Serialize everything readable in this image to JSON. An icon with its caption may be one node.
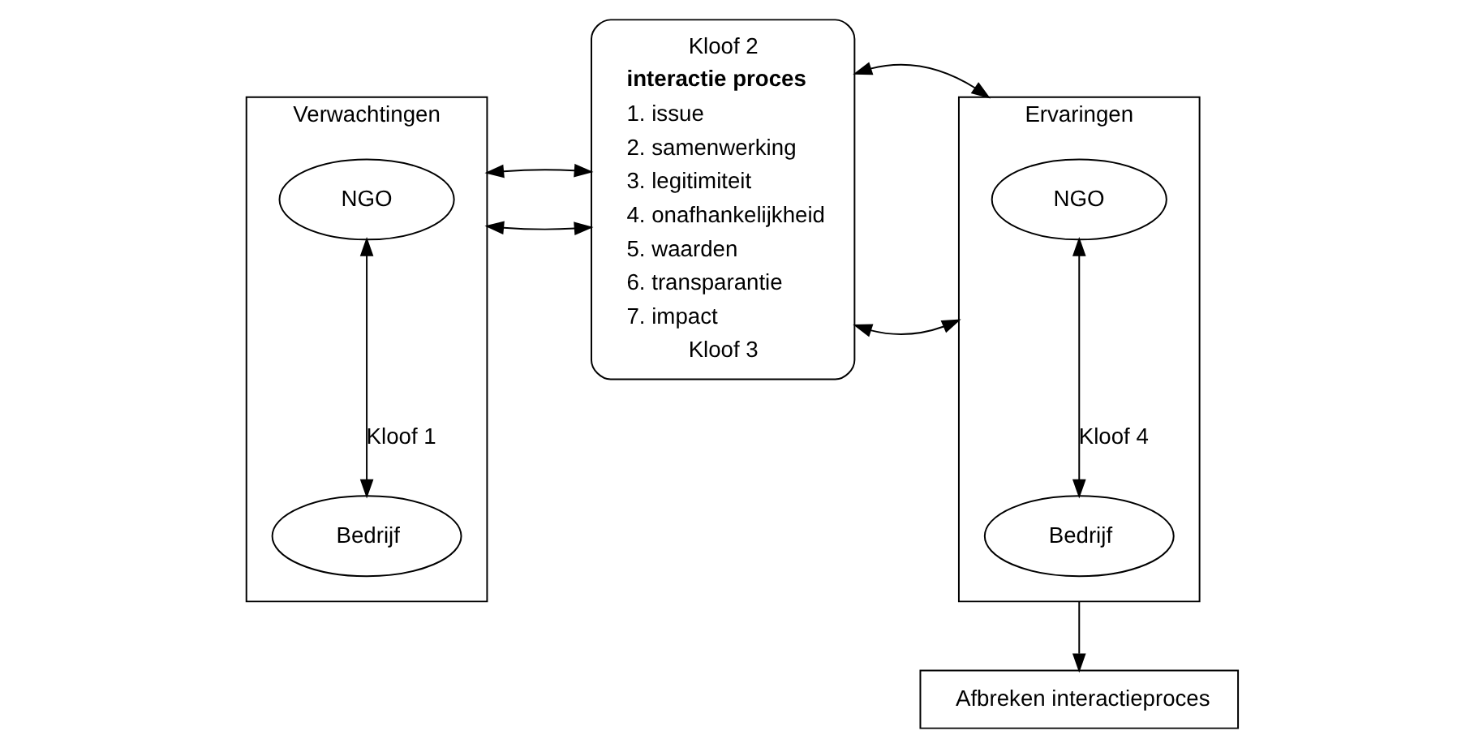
{
  "diagram": {
    "nodes": [
      {
        "text": [
          "Verwachtingen"
        ]
      },
      {
        "text": [
          "NGO"
        ],
        "in": 0
      },
      {
        "text": [
          "Bedrijf"
        ],
        "in": 0
      },
      {
        "text": [
          "Kloof 2",
          "interactie proces",
          "1. issue",
          "2. samenwerking",
          "3. legitimiteit",
          "4. onafhankelijkheid",
          "5. waarden",
          "6. transparantie",
          "7. impact",
          "Kloof 3"
        ]
      },
      {
        "text": [
          "Ervaringen"
        ]
      },
      {
        "text": [
          "NGO"
        ],
        "in": 4
      },
      {
        "text": [
          "Bedrijf"
        ],
        "in": 4
      },
      {
        "text": [
          "Afbreken interactieproces"
        ]
      }
    ],
    "edges": [
      {
        "from": 1,
        "to": 2,
        "arrow": "both",
        "label": "Kloof 1"
      },
      {
        "from": 5,
        "to": 6,
        "arrow": "both",
        "label": "Kloof 4"
      },
      {
        "from": 0,
        "to": 3,
        "arrow": "both"
      },
      {
        "from": 0,
        "to": 3,
        "arrow": "both"
      },
      {
        "from": 3,
        "to": 4,
        "arrow": "both"
      },
      {
        "from": 3,
        "to": 4,
        "arrow": "both"
      },
      {
        "from": 4,
        "to": 7,
        "arrow": "to"
      }
    ]
  }
}
